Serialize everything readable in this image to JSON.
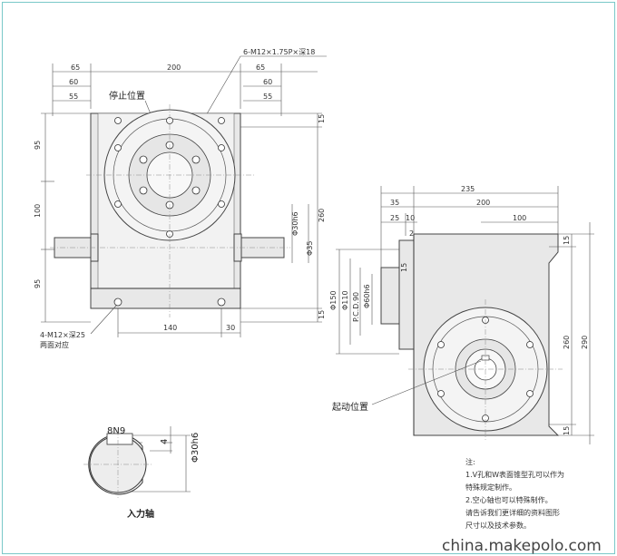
{
  "left_view": {
    "top_dims": [
      "65",
      "200",
      "60",
      "55"
    ],
    "right_top_dims": [
      "65",
      "60",
      "55"
    ],
    "side_dims": [
      "95",
      "100",
      "95"
    ],
    "right_dims": [
      "15",
      "260",
      "15"
    ],
    "shaft_dims": [
      "Φ30h6",
      "Φ35"
    ],
    "bottom_dims": [
      "140",
      "30"
    ],
    "callout_top": "6-M12×1.75P×深18",
    "callout_stop": "停止位置",
    "callout_bottom_1": "4-M12×深25",
    "callout_bottom_2": "两面对应"
  },
  "right_view": {
    "top_dims": [
      "235",
      "35",
      "200",
      "25",
      "10",
      "100",
      "2"
    ],
    "left_dims": [
      "Φ150",
      "Φ110",
      "P.C.D.90",
      "Φ60h6",
      "15"
    ],
    "right_dims": [
      "15",
      "260",
      "290",
      "15"
    ],
    "callout_start": "起动位置"
  },
  "shaft_detail": {
    "key_label": "8N9",
    "key_depth": "4",
    "diameter": "Φ30h6",
    "title": "入力轴"
  },
  "notes": {
    "heading": "注:",
    "lines": [
      "1.V孔和W表面锥型孔可以作为",
      "特殊规定制作。",
      "2.空心轴也可以特殊制作。",
      "请告诉我们更详细的资料图形",
      "尺寸以及技术参数。"
    ]
  },
  "watermark": "china.makepolo.com"
}
